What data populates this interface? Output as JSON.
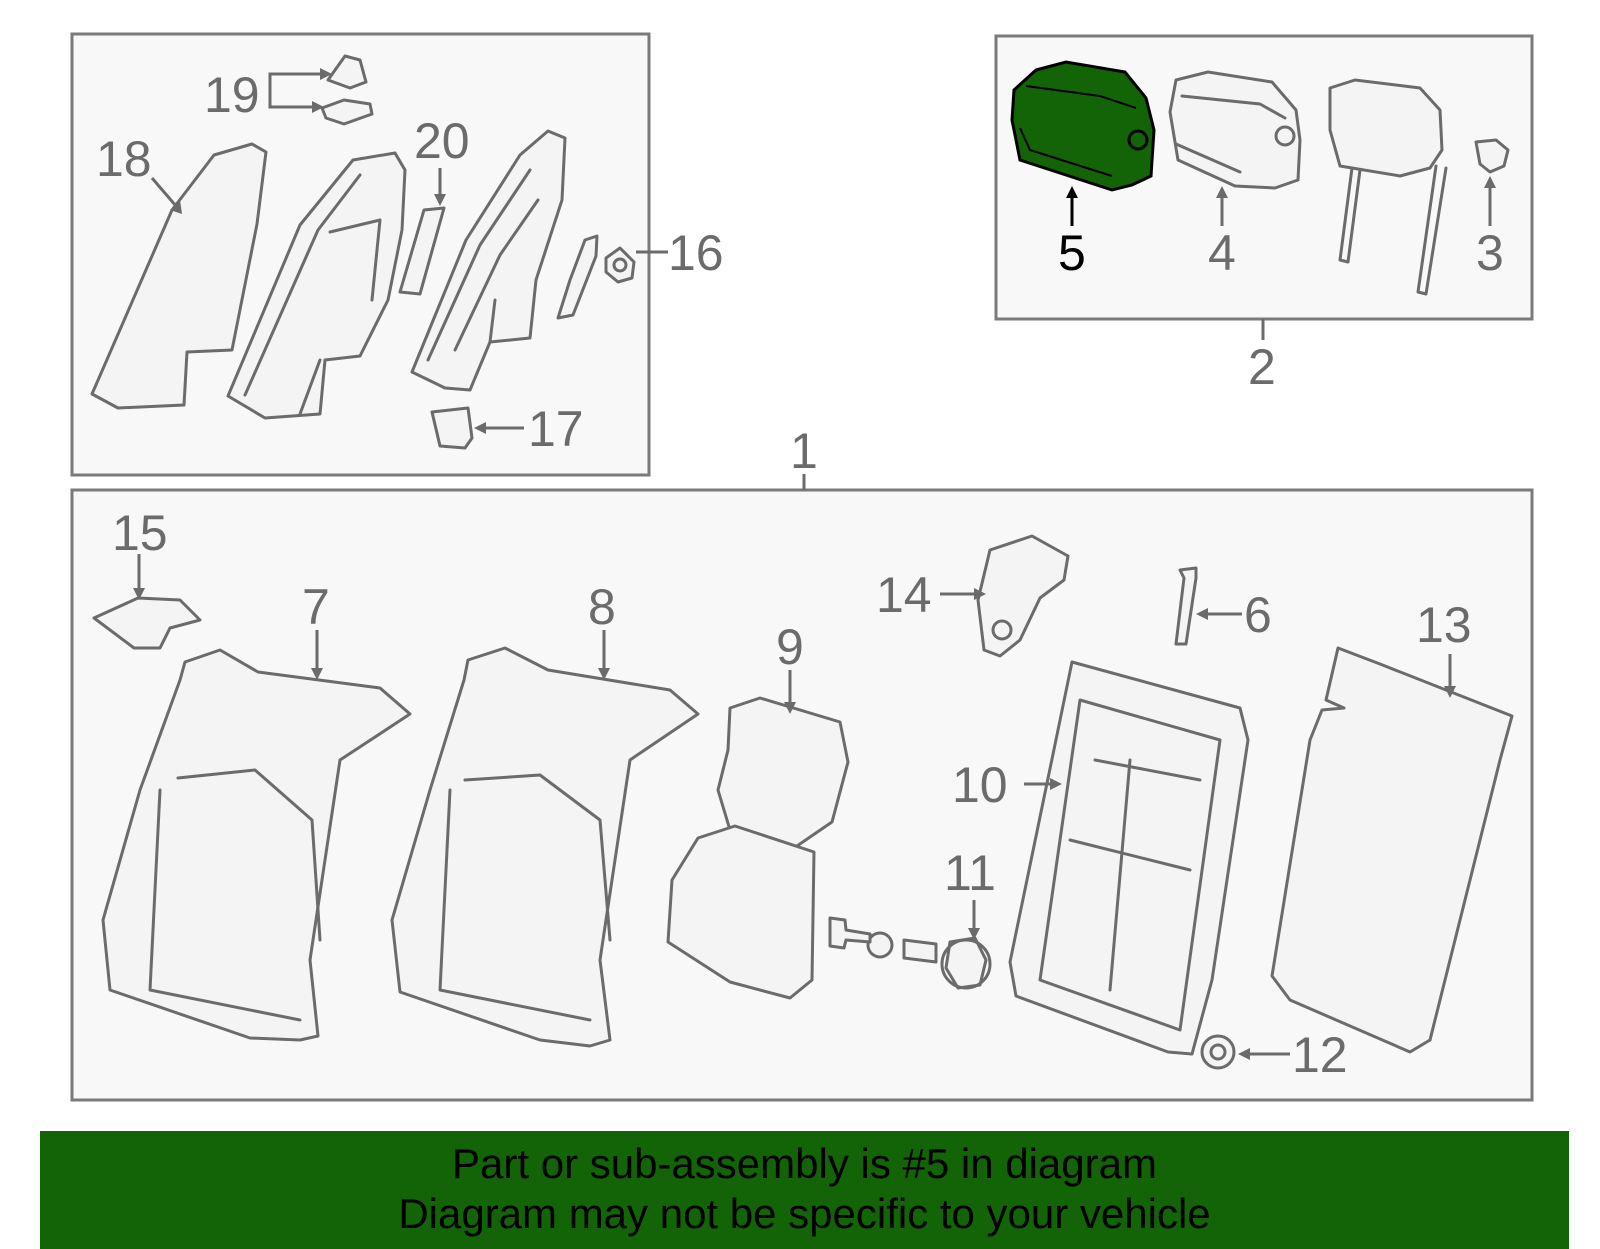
{
  "colors": {
    "highlight": "#136307",
    "banner_bg": "#136307",
    "part_stroke": "#6b6b6b",
    "frame_bg": "#f8f8f8"
  },
  "highlight_callout": "5",
  "callouts": {
    "c1": "1",
    "c2": "2",
    "c3": "3",
    "c4": "4",
    "c5": "5",
    "c6": "6",
    "c7": "7",
    "c8": "8",
    "c9": "9",
    "c10": "10",
    "c11": "11",
    "c12": "12",
    "c13": "13",
    "c14": "14",
    "c15": "15",
    "c16": "16",
    "c17": "17",
    "c18": "18",
    "c19": "19",
    "c20": "20"
  },
  "banner": {
    "line1": "Part or sub-assembly is #5 in diagram",
    "line2": "Diagram may not be specific to your vehicle"
  }
}
